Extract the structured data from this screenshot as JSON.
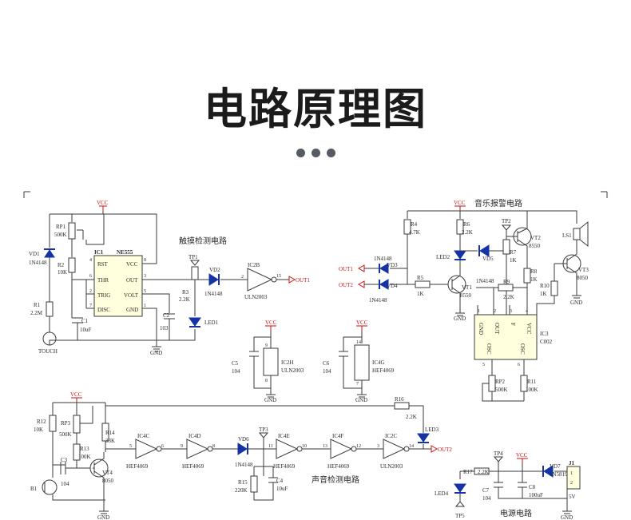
{
  "page_title": "电路原理图",
  "sections": {
    "touch": "触摸检测电路",
    "music": "音乐报警电路",
    "sound": "声音检测电路",
    "power": "电源电路"
  },
  "nets": {
    "vcc": "VCC",
    "gnd": "GND",
    "out1": "OUT1",
    "out2": "OUT2",
    "touch": "TOUCH",
    "tp1": "TP1",
    "tp2": "TP2",
    "tp3": "TP3",
    "tp4": "TP4",
    "tp5": "TP5",
    "b1": "B1",
    "ls1": "LS1",
    "j1": "J1",
    "v5": "5V"
  },
  "ic1": {
    "ref": "IC1",
    "part": "NE555",
    "pins_left": [
      "RST",
      "THR",
      "TRIG",
      "DISC"
    ],
    "pins_right": [
      "VCC",
      "OUT",
      "VOLT",
      "GND"
    ],
    "pin_nums_left": [
      "4",
      "6",
      "2",
      "7"
    ],
    "pin_nums_right": [
      "8",
      "3",
      "5",
      "1"
    ]
  },
  "ic3": {
    "ref": "IC3",
    "part": "C002",
    "top_pins": [
      "GND",
      "OUT",
      "F",
      "VCC"
    ],
    "bottom_pins": [
      "OSC",
      "OSC"
    ],
    "top_nums": [
      "1",
      "2",
      "3",
      "4"
    ],
    "bottom_nums": [
      "5",
      "6"
    ]
  },
  "components": {
    "vd1": [
      "VD1",
      "1N4148"
    ],
    "rp1": [
      "RP1",
      "500K"
    ],
    "r2": [
      "R2",
      "10K"
    ],
    "r1": [
      "R1",
      "2.2M"
    ],
    "c1": [
      "C1",
      "10uF"
    ],
    "c2": [
      "C2",
      "103"
    ],
    "r3": [
      "R3",
      "2.2K"
    ],
    "vd2": [
      "VD2",
      "1N4148"
    ],
    "led1": "LED1",
    "ic2b": [
      "IC2B",
      "ULN2003"
    ],
    "ic2b_pins": [
      "2",
      "15"
    ],
    "c5": [
      "C5",
      "104"
    ],
    "ic2h": [
      "IC2H",
      "ULN2003"
    ],
    "ic2h_pins": [
      "9",
      "8"
    ],
    "c6": [
      "C6",
      "104"
    ],
    "ic4g": [
      "IC4G",
      "HEF4069"
    ],
    "ic4g_pins": [
      "14",
      "7"
    ],
    "vd3": [
      "VD3",
      "1N4148"
    ],
    "vd4": [
      "VD4",
      "1N4148"
    ],
    "r4": [
      "R4",
      "4.7K"
    ],
    "r5": [
      "R5",
      "1K"
    ],
    "r6": [
      "R6",
      "2.2K"
    ],
    "led2": "LED2",
    "vd5": [
      "VD5",
      "1N4148"
    ],
    "r7": [
      "R7",
      "1K"
    ],
    "vt1": [
      "VT1",
      "8550"
    ],
    "vt2": [
      "VT2",
      "8550"
    ],
    "r8": [
      "R8",
      "1K"
    ],
    "r9": [
      "R9",
      "2.2K"
    ],
    "r10": [
      "R10",
      "1K"
    ],
    "vt3": [
      "VT3",
      "8050"
    ],
    "rp2": [
      "RP2",
      "500K"
    ],
    "r11": [
      "R11",
      "100K"
    ],
    "rp3": [
      "RP3",
      "500K"
    ],
    "r12": [
      "R12",
      "10K"
    ],
    "r13": [
      "R13",
      "100K"
    ],
    "r14": [
      "R14",
      "33K"
    ],
    "c3": [
      "C3",
      "104"
    ],
    "vt4": [
      "VT4",
      "8050"
    ],
    "ic4c": [
      "IC4C",
      "HEF4069"
    ],
    "ic4c_pins": [
      "5",
      "6"
    ],
    "ic4d": [
      "IC4D",
      "HEF4069"
    ],
    "ic4d_pins": [
      "9",
      "8"
    ],
    "vd6": [
      "VD6",
      "1N4148"
    ],
    "r15": [
      "R15",
      "220K"
    ],
    "c4": [
      "C4",
      "10uF"
    ],
    "ic4e": [
      "IC4E",
      "HEF4069"
    ],
    "ic4e_pins": [
      "11",
      "10"
    ],
    "ic4f": [
      "IC4F",
      "HEF4069"
    ],
    "ic4f_pins": [
      "13",
      "12"
    ],
    "ic2c": [
      "IC2C",
      "ULN2003"
    ],
    "ic2c_pins": [
      "3",
      "14"
    ],
    "r16": [
      "R16",
      "2.2K"
    ],
    "led3": "LED3",
    "r17": [
      "R17",
      "2.2K"
    ],
    "led4": "LED4",
    "c7": [
      "C7",
      "104"
    ],
    "c8": [
      "C8",
      "100uF"
    ],
    "vd7": [
      "VD7",
      "1N5819"
    ],
    "j1_pins": [
      "1",
      "2"
    ]
  },
  "colors": {
    "diode_blue": "#1533a6",
    "vcc_red": "#cc1111",
    "wire": "#3a3a3a",
    "ic_fill": "#ffffdd",
    "title_dark": "#1b1b1b",
    "dot_gray": "#555a63"
  }
}
